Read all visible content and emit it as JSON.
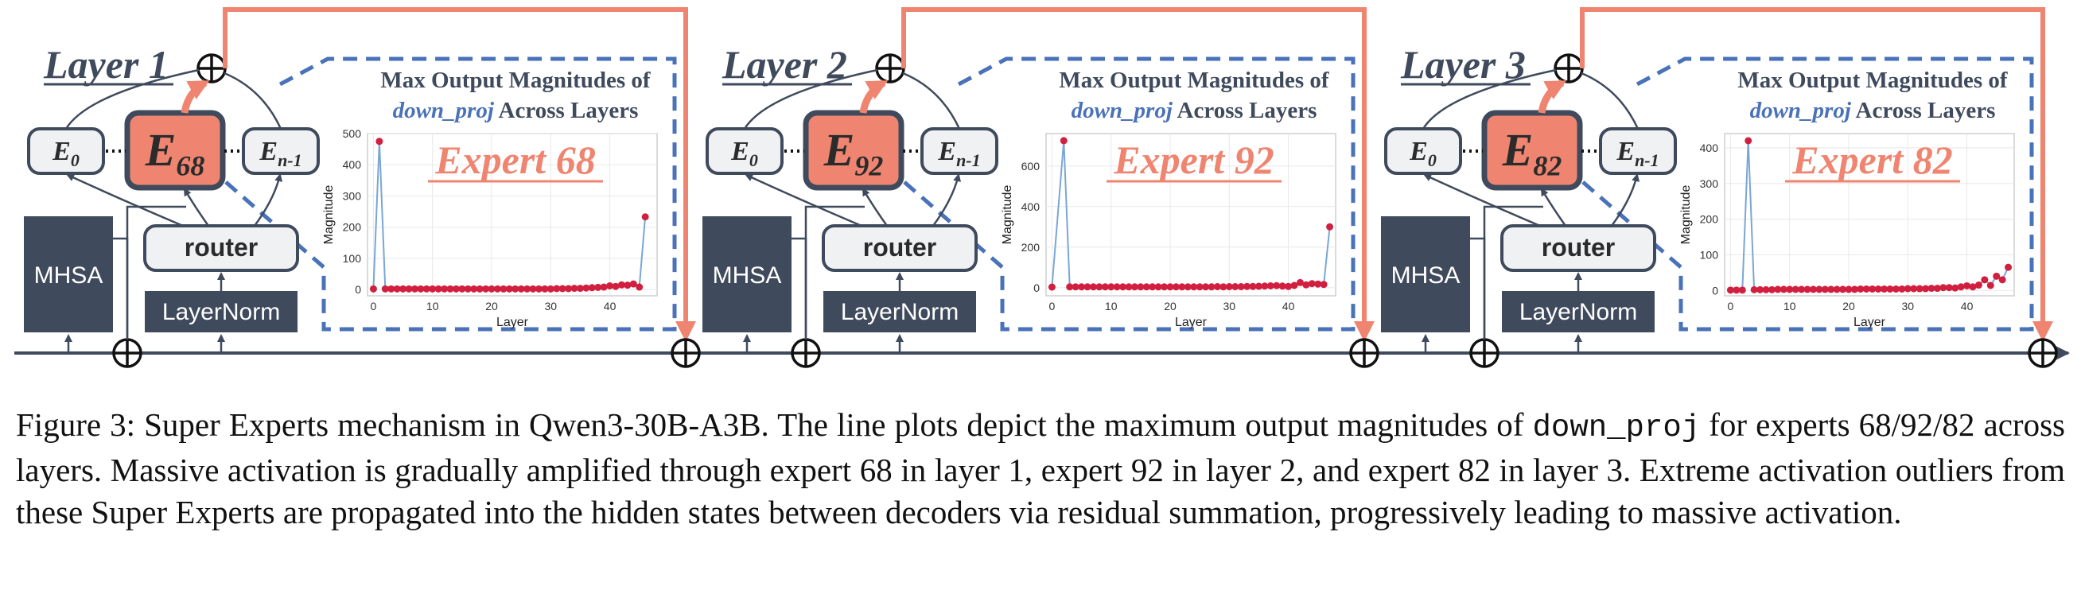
{
  "colors": {
    "expert_accent": "#ef8570",
    "dark_block": "#3f4a5c",
    "dashed_blue": "#4a72b8",
    "line_blue": "#2d4a8a",
    "point_red": "#d11f3f",
    "plot_line": "#7aa6d6"
  },
  "panels": [
    {
      "layer_label": "Layer 1",
      "expert_main": "E",
      "expert_sub": "68",
      "e0_main": "E",
      "e0_sub": "0",
      "en_main": "E",
      "en_sub": "n-1",
      "router": "router",
      "mhsa": "MHSA",
      "layernorm": "LayerNorm",
      "title_line1": "Max Output Magnitudes of",
      "title_line2_em": "down_proj",
      "title_line2_rest": " Across Layers",
      "overlay": "Expert 68"
    },
    {
      "layer_label": "Layer 2",
      "expert_main": "E",
      "expert_sub": "92",
      "e0_main": "E",
      "e0_sub": "0",
      "en_main": "E",
      "en_sub": "n-1",
      "router": "router",
      "mhsa": "MHSA",
      "layernorm": "LayerNorm",
      "title_line1": "Max Output Magnitudes of",
      "title_line2_em": "down_proj",
      "title_line2_rest": " Across Layers",
      "overlay": "Expert 92"
    },
    {
      "layer_label": "Layer 3",
      "expert_main": "E",
      "expert_sub": "82",
      "e0_main": "E",
      "e0_sub": "0",
      "en_main": "E",
      "en_sub": "n-1",
      "router": "router",
      "mhsa": "MHSA",
      "layernorm": "LayerNorm",
      "title_line1": "Max Output Magnitudes of",
      "title_line2_em": "down_proj",
      "title_line2_rest": " Across Layers",
      "overlay": "Expert 82"
    }
  ],
  "chart_data": [
    {
      "type": "line",
      "xlabel": "Layer",
      "ylabel": "Magnitude",
      "xlim": [
        -1,
        48
      ],
      "ylim": [
        -20,
        500
      ],
      "xticks": [
        0,
        10,
        20,
        30,
        40
      ],
      "yticks": [
        0,
        100,
        200,
        300,
        400,
        500
      ],
      "grid": true,
      "x": [
        0,
        1,
        2,
        3,
        4,
        5,
        6,
        7,
        8,
        9,
        10,
        11,
        12,
        13,
        14,
        15,
        16,
        17,
        18,
        19,
        20,
        21,
        22,
        23,
        24,
        25,
        26,
        27,
        28,
        29,
        30,
        31,
        32,
        33,
        34,
        35,
        36,
        37,
        38,
        39,
        40,
        41,
        42,
        43,
        44,
        45,
        46
      ],
      "y": [
        2,
        475,
        2,
        2,
        2,
        2,
        2,
        2,
        2,
        2,
        2,
        2,
        2,
        2,
        2,
        2,
        2,
        2,
        2,
        2,
        2,
        2,
        2,
        2,
        2,
        2,
        2,
        2,
        2,
        2,
        2,
        3,
        3,
        3,
        4,
        4,
        5,
        6,
        7,
        8,
        12,
        10,
        15,
        14,
        18,
        8,
        233
      ]
    },
    {
      "type": "line",
      "xlabel": "Layer",
      "ylabel": "Magnitude",
      "xlim": [
        -1,
        48
      ],
      "ylim": [
        -40,
        760
      ],
      "xticks": [
        0,
        10,
        20,
        30,
        40
      ],
      "yticks": [
        0,
        200,
        400,
        600
      ],
      "grid": true,
      "x": [
        0,
        2,
        3,
        4,
        5,
        6,
        7,
        8,
        9,
        10,
        11,
        12,
        13,
        14,
        15,
        16,
        17,
        18,
        19,
        20,
        21,
        22,
        23,
        24,
        25,
        26,
        27,
        28,
        29,
        30,
        31,
        32,
        33,
        34,
        35,
        36,
        37,
        38,
        39,
        40,
        41,
        42,
        43,
        44,
        45,
        46,
        47
      ],
      "y": [
        3,
        725,
        4,
        4,
        4,
        4,
        4,
        4,
        4,
        4,
        4,
        4,
        4,
        4,
        4,
        4,
        4,
        4,
        4,
        4,
        4,
        4,
        4,
        4,
        4,
        4,
        4,
        5,
        4,
        5,
        5,
        5,
        6,
        6,
        7,
        8,
        9,
        10,
        8,
        6,
        11,
        25,
        14,
        20,
        18,
        16,
        300
      ]
    },
    {
      "type": "line",
      "xlabel": "Layer",
      "ylabel": "Magnitude",
      "xlim": [
        -1,
        48
      ],
      "ylim": [
        -15,
        440
      ],
      "xticks": [
        0,
        10,
        20,
        30,
        40
      ],
      "yticks": [
        0,
        100,
        200,
        300,
        400
      ],
      "grid": true,
      "x": [
        0,
        1,
        2,
        3,
        4,
        5,
        6,
        7,
        8,
        9,
        10,
        11,
        12,
        13,
        14,
        15,
        16,
        17,
        18,
        19,
        20,
        21,
        22,
        23,
        24,
        25,
        26,
        27,
        28,
        29,
        30,
        31,
        32,
        33,
        34,
        35,
        36,
        37,
        38,
        39,
        40,
        41,
        42,
        43,
        44,
        45,
        46,
        47
      ],
      "y": [
        1,
        1,
        1,
        420,
        2,
        2,
        2,
        2,
        3,
        3,
        3,
        3,
        3,
        3,
        3,
        3,
        3,
        3,
        3,
        3,
        3,
        3,
        4,
        4,
        4,
        4,
        4,
        4,
        4,
        4,
        5,
        5,
        5,
        5,
        6,
        6,
        8,
        8,
        7,
        10,
        13,
        10,
        15,
        30,
        14,
        40,
        30,
        65
      ]
    }
  ],
  "caption": {
    "part1": "Figure 3: Super Experts mechanism in Qwen3-30B-A3B. The line plots depict the maximum output magnitudes of ",
    "code": "down_proj",
    "part2": " for experts 68/92/82 across layers. Massive activation is gradually amplified through expert 68 in layer 1, expert 92 in layer 2, and expert 82 in layer 3. Extreme activation outliers from these Super Experts are propagated into the hidden states between decoders via residual summation, progressively leading to massive activation."
  }
}
